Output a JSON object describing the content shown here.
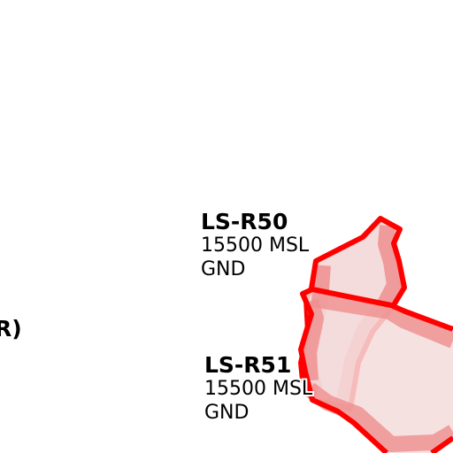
{
  "map": {
    "background": "#ffffff",
    "airspace_stroke_color": "#ff0000",
    "airspace_fill_color": "#f8dede"
  },
  "airspaces": [
    {
      "name": "LS-R50",
      "upper_limit": "15500 MSL",
      "lower_limit": "GND"
    },
    {
      "name": "LS-R51",
      "upper_limit": "15500 MSL",
      "lower_limit": "GND"
    }
  ],
  "partial_label": "R)"
}
